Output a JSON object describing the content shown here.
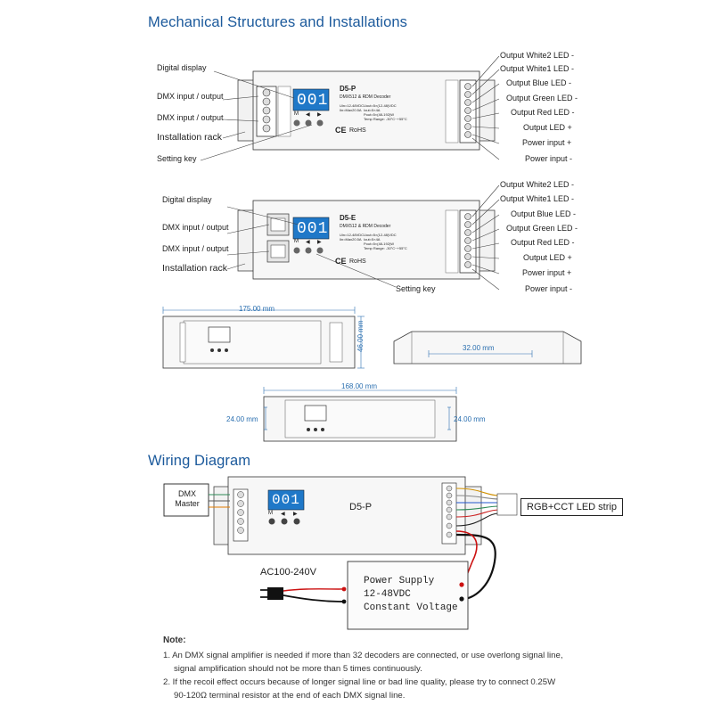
{
  "section_mech_title": "Mechanical Structures and Installations",
  "section_wiring_title": "Wiring Diagram",
  "device_top": {
    "model": "D5-P",
    "subtitle": "DMX512 & RDM Decoder",
    "spec_left": "Uin=12-48VDC\nIin=Max20.5A",
    "spec_right": "Uout=5×(12-48)VDC\nIout=5×4A\nPout=5×(48-192)W\nTemp Range: -30°C~+55°C",
    "display": "001",
    "keys": [
      "M",
      "◀",
      "▶"
    ],
    "left_labels": {
      "digital_display": "Digital display",
      "dmx_io_1": "DMX input / output",
      "dmx_io_2": "DMX input / output",
      "installation_rack": "Installation rack",
      "setting_key": "Setting key"
    },
    "right_labels": [
      "Output White2 LED -",
      "Output White1 LED -",
      "Output Blue LED -",
      "Output Green LED -",
      "Output Red LED -",
      "Output LED +",
      "Power input +",
      "Power input -"
    ]
  },
  "device_mid": {
    "model": "D5-E",
    "subtitle": "DMX512 & RDM Decoder",
    "spec_left": "Uin=12-48VDC\nIin=Max20.5A",
    "spec_right": "Uout=5×(12-48)VDC\nIout=5×4A\nPout=5×(48-192)W\nTemp Range: -30°C~+55°C",
    "display": "001",
    "keys": [
      "M",
      "◀",
      "▶"
    ],
    "left_labels": {
      "digital_display": "Digital display",
      "dmx_io_1": "DMX input / output",
      "dmx_io_2": "DMX input / output",
      "installation_rack": "Installation rack",
      "setting_key": "Setting key"
    },
    "right_labels": [
      "Output White2 LED -",
      "Output White1 LED -",
      "Output Blue LED -",
      "Output Green LED -",
      "Output Red LED -",
      "Output LED +",
      "Power input +",
      "Power input -"
    ]
  },
  "dimensions": {
    "length_outer": "175.00 mm",
    "height": "46.00 mm",
    "depth": "32.00 mm",
    "length_mount": "168.00 mm",
    "mount_left": "24.00 mm",
    "mount_right": "24.00 mm"
  },
  "wiring": {
    "dmx_master": "DMX\nMaster",
    "model": "D5-P",
    "display": "001",
    "keys": [
      "M",
      "◀",
      "▶"
    ],
    "strip": "RGB+CCT LED strip",
    "ac": "AC100-240V",
    "psu_lines": [
      "Power Supply",
      "12-48VDC",
      "Constant Voltage"
    ]
  },
  "ce": "CE",
  "rohs": "RoHS",
  "notes": {
    "title": "Note:",
    "lines": [
      "1. An DMX signal amplifier is needed if more than 32 decoders are connected, or use overlong signal line,",
      "    signal amplification should not be more than 5 times continuously.",
      "2. If the recoil effect occurs because of longer signal line or bad line quality, please try to connect 0.25W",
      "    90-120Ω terminal resistor at the end of each DMX signal line."
    ]
  },
  "colors": {
    "heading": "#1c5a9c",
    "display_bg": "#1f78c8",
    "dimension": "#2a6fb0"
  }
}
